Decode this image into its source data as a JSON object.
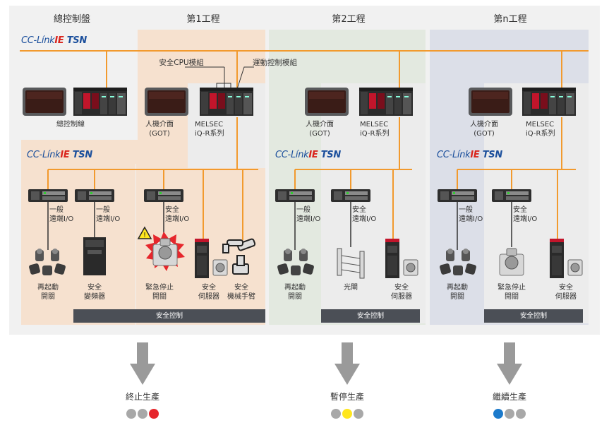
{
  "headers": {
    "main": "總控制盤",
    "p1": "第1工程",
    "p2": "第2工程",
    "pn": "第n工程"
  },
  "network": {
    "cc": "CC-Línk",
    "ie": "IE",
    "tsn": " TSN"
  },
  "colors": {
    "orange": "#f29a2e",
    "red": "#e6262c",
    "yellow": "#ffe61e",
    "blue": "#1c7acb",
    "gray": "#a8a8a8",
    "zone1": "#f6e1cf",
    "zone2": "#e3e9e0",
    "zone3": "#dcdfe8"
  },
  "callouts": {
    "safety_cpu": "安全CPU模組",
    "motion": "運動控制模組"
  },
  "main": {
    "control_line": "總控制線"
  },
  "hmi": {
    "line1": "人機介面",
    "line2": "(GOT)"
  },
  "plc": {
    "line1": "MELSEC",
    "line2": "iQ-R系列"
  },
  "io": {
    "general_l1": "一般",
    "general_l2": "遠端I/O",
    "safety_l1": "安全",
    "safety_l2": "遠端I/O"
  },
  "devices": {
    "restart_l1": "再起動",
    "restart_l2": "開關",
    "inverter_l1": "安全",
    "inverter_l2": "變頻器",
    "estop_l1": "緊急停止",
    "estop_l2": "開關",
    "servo_l1": "安全",
    "servo_l2": "伺服器",
    "arm_l1": "安全",
    "arm_l2": "機械手臂",
    "curtain": "光閘"
  },
  "safety_control": "安全控制",
  "results": {
    "r1": "終止生產",
    "r2": "暫停生產",
    "r3": "繼續生產"
  }
}
